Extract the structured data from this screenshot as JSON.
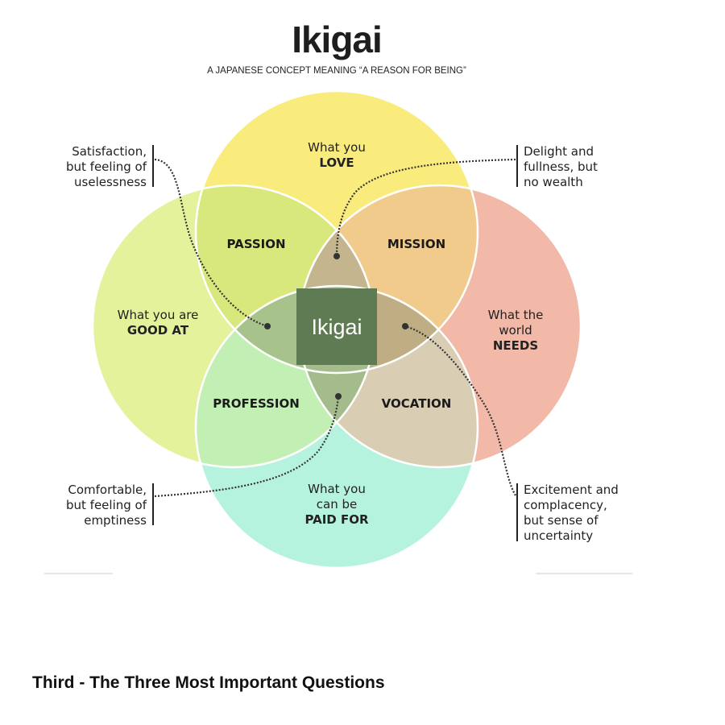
{
  "header": {
    "title": "Ikigai",
    "subtitle": "A JAPANESE CONCEPT MEANING “A REASON FOR BEING”"
  },
  "circles": {
    "love": {
      "line1": "What you",
      "line2": "LOVE",
      "color": "#f9eb7c"
    },
    "good_at": {
      "line1": "What you are",
      "line2": "GOOD AT",
      "color": "#e3f29b"
    },
    "needs": {
      "line1": "What the",
      "line2": "world",
      "line3": "NEEDS",
      "color": "#f2b8a8"
    },
    "paid_for": {
      "line1": "What you",
      "line2": "can be",
      "line3": "PAID FOR",
      "color": "#b6f3df"
    }
  },
  "zones": {
    "passion": "PASSION",
    "mission": "MISSION",
    "profession": "PROFESSION",
    "vocation": "VOCATION"
  },
  "center": {
    "label": "Ikigai",
    "color": "#5f7b53"
  },
  "annotations": {
    "top_left": [
      "Satisfaction,",
      "but feeling of",
      "uselessness"
    ],
    "top_right": [
      "Delight and",
      "fullness, but",
      "no wealth"
    ],
    "bottom_left": [
      "Comfortable,",
      "but feeling of",
      "emptiness"
    ],
    "bottom_right": [
      "Excitement and",
      "complacency,",
      "but sense of",
      "uncertainty"
    ]
  },
  "footer": {
    "caption": "Third - The Three Most Important Questions"
  }
}
